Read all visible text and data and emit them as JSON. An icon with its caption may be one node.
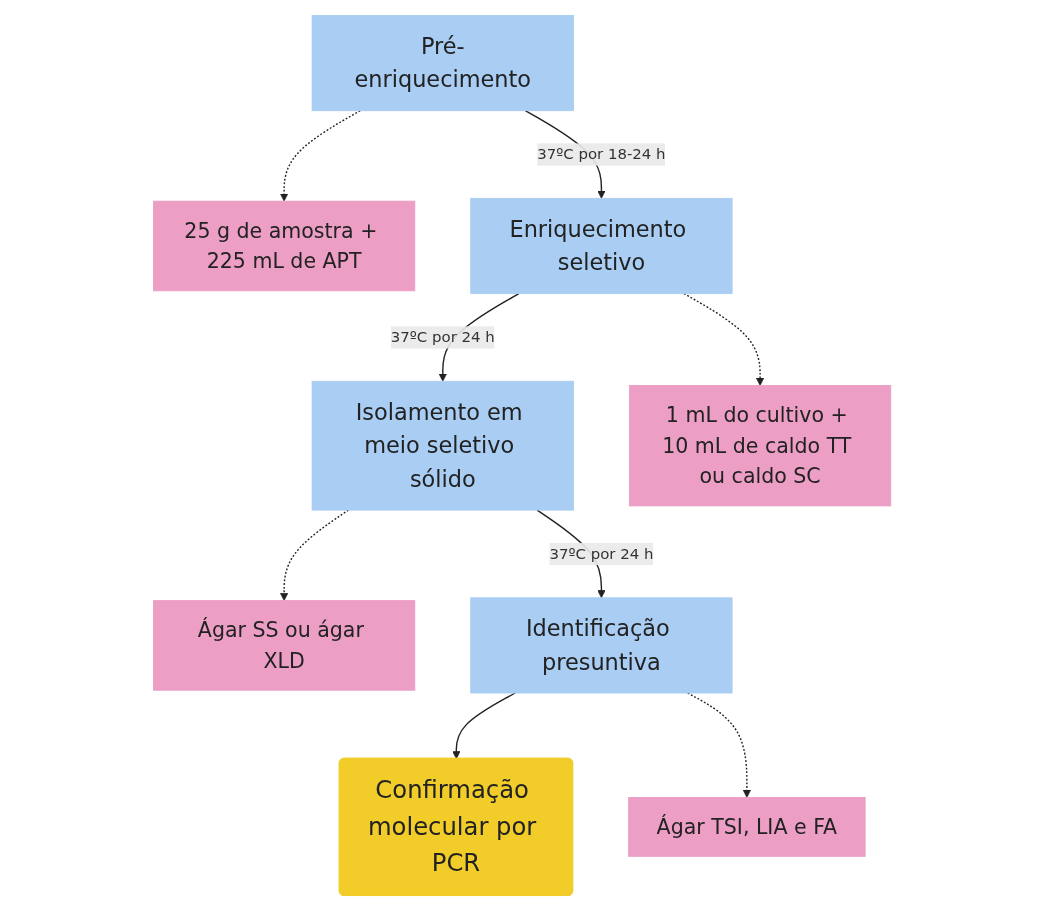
{
  "diagram": {
    "nodes": [
      {
        "text": [
          "25 g de amostra + 225 mL de APT"
        ]
      },
      {
        "text": [
          "Ágar SS ou ágar XLD"
        ]
      },
      {
        "text": [
          "Pré-enriquecimento"
        ]
      },
      {
        "text": [
          "Isolamento em meio seletivo sólido"
        ]
      },
      {
        "text": [
          "Confirmação molecular por PCR"
        ]
      },
      {
        "text": [
          "Enriquecimento seletivo"
        ]
      },
      {
        "text": [
          "Identificação presuntiva"
        ]
      },
      {
        "text": [
          "1 mL do cultivo + 10 mL de caldo TT ou caldo SC"
        ]
      },
      {
        "text": [
          "Ágar TSI, LIA e FA"
        ]
      }
    ],
    "edges": [
      {
        "from": 2,
        "to": 0,
        "arrow": "to",
        "style": "dashed"
      },
      {
        "from": 3,
        "to": 1,
        "arrow": "to",
        "style": "dashed"
      },
      {
        "from": 2,
        "to": 5,
        "arrow": "to",
        "label": "37ºC por 18-24 h"
      },
      {
        "from": 5,
        "to": 3,
        "arrow": "to",
        "label": "37ºC por 24 h"
      },
      {
        "from": 3,
        "to": 6,
        "arrow": "to",
        "label": "37ºC por 24 h"
      },
      {
        "from": 6,
        "to": 4,
        "arrow": "to"
      },
      {
        "from": 5,
        "to": 7,
        "arrow": "to",
        "style": "dashed"
      },
      {
        "from": 6,
        "to": 8,
        "arrow": "to",
        "style": "dashed"
      }
    ]
  }
}
